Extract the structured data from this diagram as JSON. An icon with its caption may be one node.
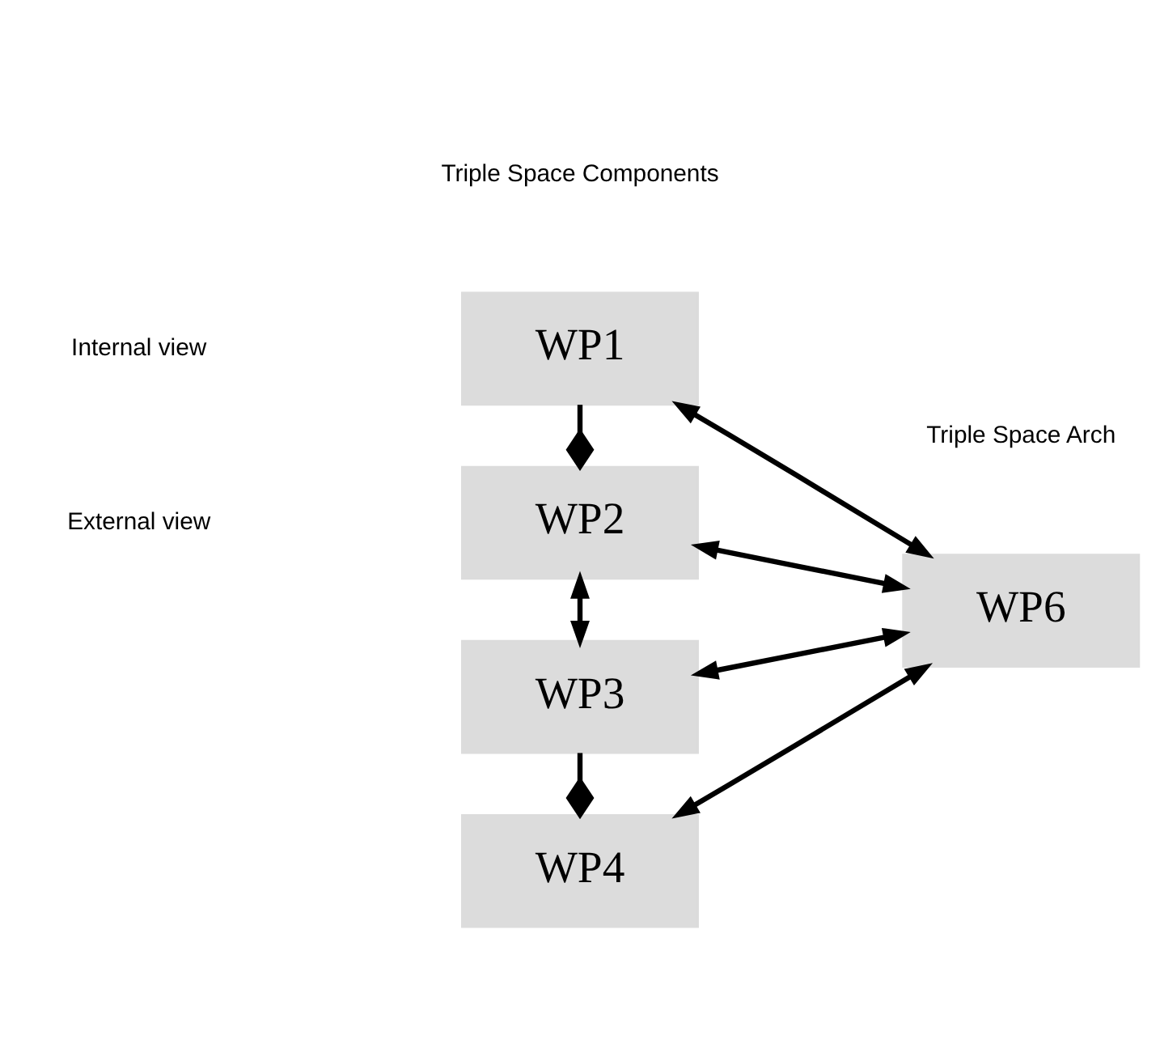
{
  "diagram": {
    "nodes": [
      {
        "text": [
          "WP1"
        ]
      },
      {
        "text": [
          "WP2"
        ]
      },
      {
        "text": [
          "WP3"
        ]
      },
      {
        "text": [
          "WP4"
        ]
      },
      {
        "text": [
          "WP6"
        ]
      }
    ],
    "edges": [
      {
        "from": 0,
        "to": 1,
        "arrow": "other"
      },
      {
        "from": 1,
        "to": 2,
        "arrow": "both"
      },
      {
        "from": 2,
        "to": 3,
        "arrow": "other"
      },
      {
        "from": 0,
        "to": 4,
        "arrow": "both"
      },
      {
        "from": 1,
        "to": 4,
        "arrow": "both"
      },
      {
        "from": 2,
        "to": 4,
        "arrow": "both"
      },
      {
        "from": 3,
        "to": 4,
        "arrow": "both"
      }
    ],
    "labels": [
      "Triple Space Components",
      "Triple Space Arch",
      "Internal view",
      "External view"
    ]
  }
}
